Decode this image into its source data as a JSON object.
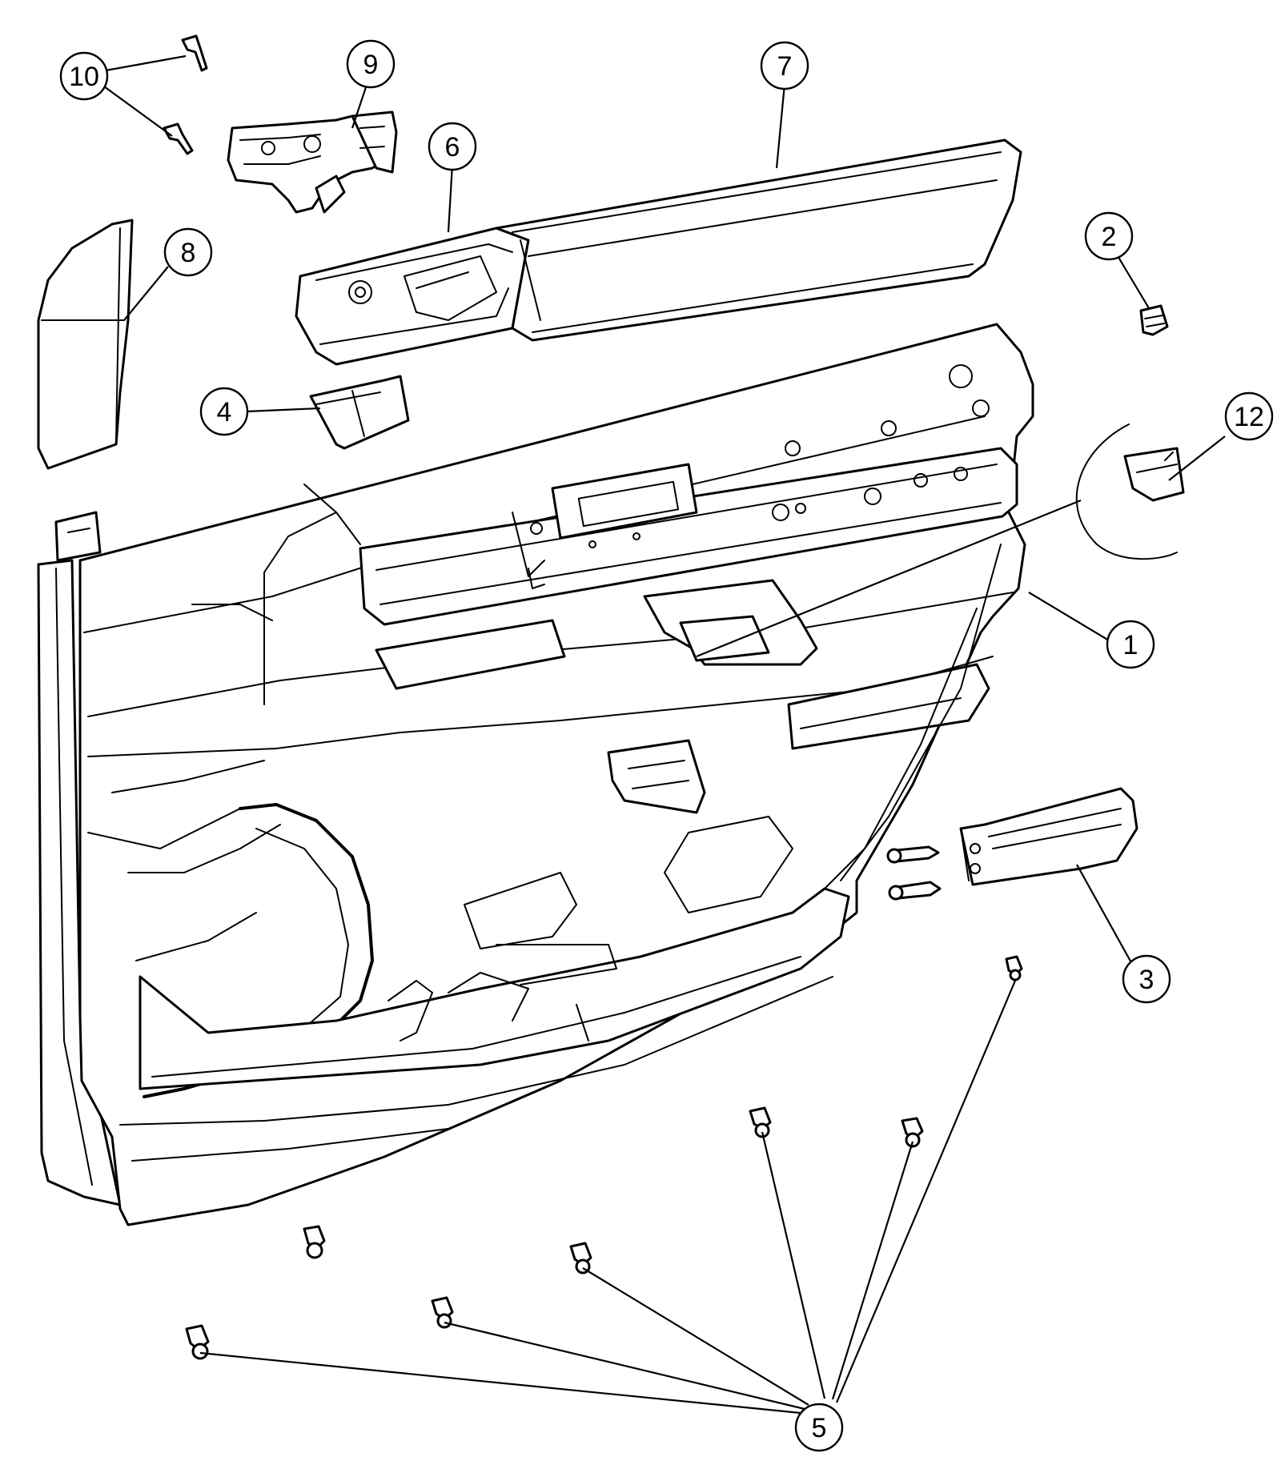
{
  "diagram": {
    "line_color": "#000000",
    "background": "#ffffff",
    "callouts": [
      {
        "id": "c1",
        "label": "1"
      },
      {
        "id": "c2",
        "label": "2"
      },
      {
        "id": "c3",
        "label": "3"
      },
      {
        "id": "c4",
        "label": "4"
      },
      {
        "id": "c5",
        "label": "5"
      },
      {
        "id": "c6",
        "label": "6"
      },
      {
        "id": "c7",
        "label": "7"
      },
      {
        "id": "c8",
        "label": "8"
      },
      {
        "id": "c9",
        "label": "9"
      },
      {
        "id": "c10",
        "label": "10"
      },
      {
        "id": "c12",
        "label": "12"
      }
    ]
  }
}
